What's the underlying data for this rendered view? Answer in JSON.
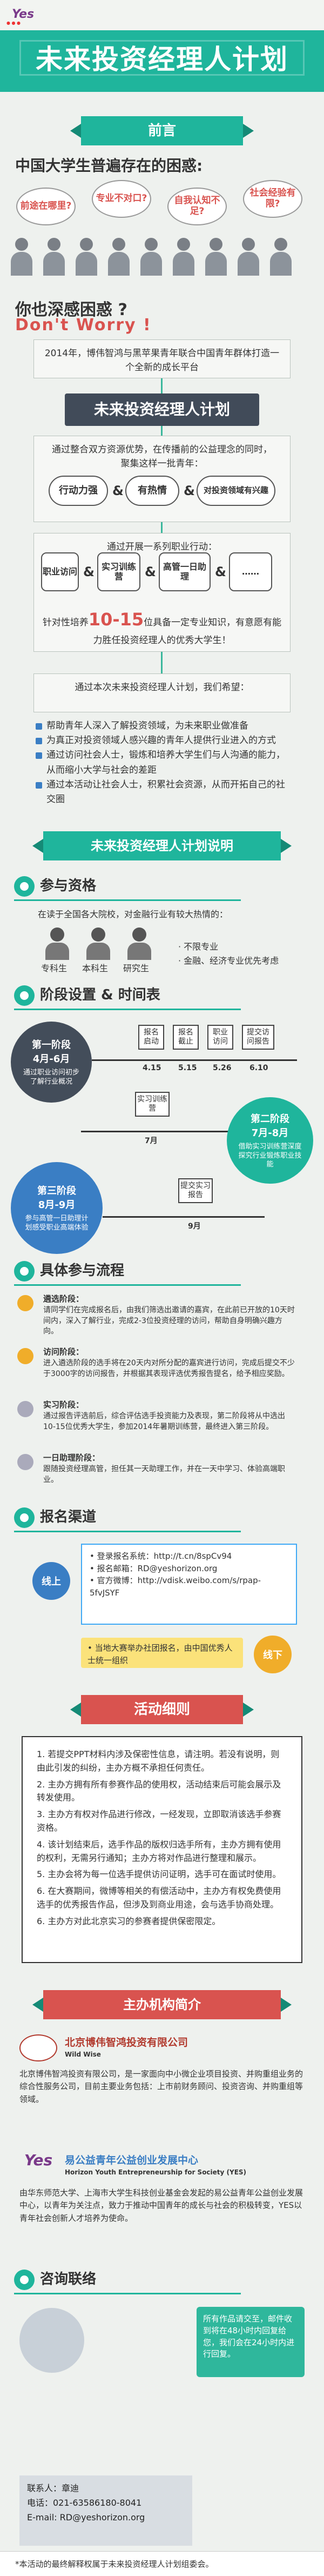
{
  "header": {
    "logo_text": "Yes",
    "title": "未来投资经理人计划"
  },
  "preface": {
    "banner": "前言",
    "heading": "中国大学生普遍存在的困惑:",
    "bubbles": [
      "前途在哪里?",
      "专业不对口?",
      "自我认知不足?",
      "社会经验有限?"
    ],
    "lost": "你也深感困惑 ?",
    "dontworry": "Don't Worry !",
    "box1": "2014年，博伟智鸿与黑苹果青年联合中国青年群体打造一个全新的成长平台",
    "pill": "未来投资经理人计划",
    "box2_lines": [
      "通过整合双方资源优势，在传播前的公益理念的同时，",
      "聚集这样一批青年："
    ],
    "traits": [
      "行动力强",
      "有热情",
      "对投资领域有兴趣"
    ],
    "box3_intro": "通过开展一系列职业行动：",
    "actions": [
      "职业访问",
      "实习训练营",
      "高管一日助理",
      "……"
    ],
    "box3_tail_a": "针对性培养",
    "box3_big": "10-15",
    "box3_tail_b": "位具备一定专业知识，有意愿有能力胜任投资经理人的优秀大学生！",
    "box4": "通过本次未来投资经理人计划，我们希望：",
    "hopes": [
      "帮助青年人深入了解投资领域，为未来职业做准备",
      "为真正对投资领域人感兴趣的青年人提供行业进入的方式",
      "通过访问社会人士，锻炼和培养大学生们与人沟通的能力，从而缩小大学与社会的差距",
      "通过本活动让社会人士，积累社会资源，从而开拓自己的社交圈"
    ]
  },
  "plan": {
    "banner": "未来投资经理人计划说明",
    "who": {
      "heading": "参与资格",
      "desc": "在读于全国各大院校，对金融行业有较大热情的：",
      "roles": [
        "专科生",
        "本科生",
        "研究生"
      ],
      "restrictions": [
        "· 不限专业",
        "· 金融、经济专业优先考虑"
      ]
    },
    "stages": {
      "heading": "阶段设置 & 时间表",
      "s1": {
        "title": "第一阶段",
        "date": "4月-6月",
        "desc": "通过职业访问初步了解行业概况"
      },
      "s2": {
        "title": "第二阶段",
        "date": "7月-8月",
        "desc": "借助实习训练营深度探究行业锻炼职业技能"
      },
      "s3": {
        "title": "第三阶段",
        "date": "8月-9月",
        "desc": "参与高管一日助理计划感受职业高端体验"
      },
      "boxes": [
        "报名启动",
        "报名截止",
        "职业访问",
        "提交访问报告"
      ],
      "dates": [
        "4.15",
        "5.15",
        "5.26",
        "6.10"
      ],
      "camp": "实习训练营",
      "camp_month": "7月",
      "report": "提交实习报告",
      "final": "9月"
    },
    "process": {
      "heading": "具体参与流程",
      "steps": [
        {
          "h": "遴选阶段：",
          "t": "请同学们在完成报名后，由我们筛选出邀请的嘉宾，在此前已开放的10天时间内，深入了解行业，完成2-3位投资经理的访问，帮助自身明确兴趣方向。"
        },
        {
          "h": "访问阶段：",
          "t": "进入遴选阶段的选手将在20天内对所分配的嘉宾进行访问，完成后提交不少于3000字的访问报告，并根据其表现评选优秀报告提名，给予相应奖励。"
        },
        {
          "h": "实习阶段：",
          "t": "通过报告评选前后，综合评估选手投资能力及表现，第二阶段将从中选出10-15位优秀大学生，参加2014年暑期训练营，最终进入第三阶段。"
        },
        {
          "h": "一日助理阶段：",
          "t": "跟随投资经理高管，担任其一天助理工作，并在一天中学习、体验高端职业。"
        }
      ]
    },
    "register": {
      "heading": "报名渠道",
      "online": "线上",
      "offline": "线下",
      "lines": [
        "• 登录报名系统：http://t.cn/8spCv94",
        "• 报名邮箱：RD@yeshorizon.org",
        "• 官方微博：http://vdisk.weibo.com/s/rpap-5fvJSYF"
      ],
      "offline_text": "• 当地大赛举办社团报名，由中国优秀人士统一组织"
    }
  },
  "rules": {
    "banner": "活动细则",
    "items": [
      "1. 若提交PPT材料内涉及保密性信息，请注明。若没有说明，则由此引发的纠纷，主办方概不承担任何责任。",
      "2. 主办方拥有所有参赛作品的使用权，活动结束后可能会展示及转发使用。",
      "3. 主办方有权对作品进行修改，一经发现，立即取消该选手参赛资格。",
      "4. 该计划结束后，选手作品的版权归选手所有，主办方拥有使用的权利，无需另行通知；主办方将对作品进行整理和展示。",
      "5. 主办会将为每一位选手提供访问证明，选手可在面试时使用。",
      "6. 在大赛期间，微博等相关的有偿活动中，主办方有权免费使用选手的优秀报告作品，但涉及到商业用途，会与选手协商处理。",
      "6. 主办方对此北京实习的参赛者提供保密限定。"
    ]
  },
  "orgs": {
    "banner": "主办机构简介",
    "org1": {
      "title": "北京博伟智鸿投资有限公司",
      "sub": "Wild Wise",
      "text": "北京博伟智鸿投资有限公司，是一家面向中小微企业项目投资、并购重组业务的综合性服务公司，目前主要业务包括：上市前财务顾问、投资咨询、并购重组等领域。"
    },
    "org2": {
      "title": "易公益青年公益创业发展中心",
      "sub": "Horizon Youth Entrepreneurship for Society (YES)",
      "text": "由华东师范大学、上海市大学生科技创业基金会发起的易公益青年公益创业发展中心，以青年为关注点，致力于推动中国青年的成长与社会的积极转变，YES以青年社会创新人才培养为使命。"
    }
  },
  "contact": {
    "heading": "咨询联络",
    "name": "联系人：章迪",
    "phone": "电话：021-63586180-8041",
    "email": "E-mail: RD@yeshorizon.org",
    "note": "所有作品请交至，邮件收到将在48小时内回复给您，我们会在24小时内进行回复。"
  },
  "footer": "*本活动的最终解释权属于未来投资经理人计划组委会。"
}
